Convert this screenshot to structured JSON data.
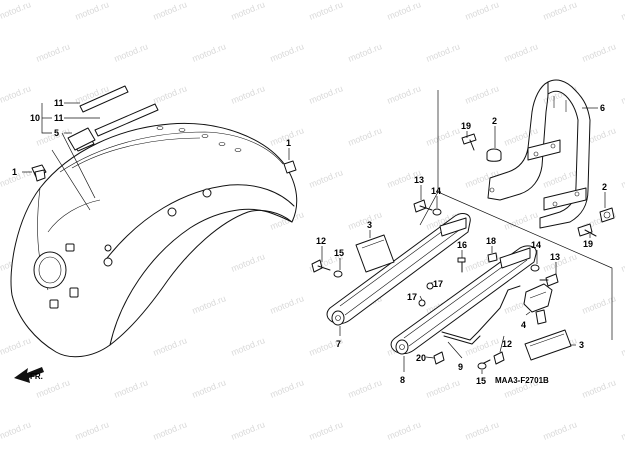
{
  "diagram": {
    "watermark": "motod.ru",
    "direction_label": "FR.",
    "drawing_code": "MAA3-F2701B",
    "callouts": [
      {
        "id": "c-11a",
        "label": "11"
      },
      {
        "id": "c-10",
        "label": "10"
      },
      {
        "id": "c-11b",
        "label": "11"
      },
      {
        "id": "c-5",
        "label": "5"
      },
      {
        "id": "c-1a",
        "label": "1"
      },
      {
        "id": "c-1b",
        "label": "1"
      },
      {
        "id": "c-19a",
        "label": "19"
      },
      {
        "id": "c-2a",
        "label": "2"
      },
      {
        "id": "c-6",
        "label": "6"
      },
      {
        "id": "c-2b",
        "label": "2"
      },
      {
        "id": "c-19b",
        "label": "19"
      },
      {
        "id": "c-13a",
        "label": "13"
      },
      {
        "id": "c-14a",
        "label": "14"
      },
      {
        "id": "c-3a",
        "label": "3"
      },
      {
        "id": "c-12a",
        "label": "12"
      },
      {
        "id": "c-15a",
        "label": "15"
      },
      {
        "id": "c-18",
        "label": "18"
      },
      {
        "id": "c-16",
        "label": "16"
      },
      {
        "id": "c-14b",
        "label": "14"
      },
      {
        "id": "c-13b",
        "label": "13"
      },
      {
        "id": "c-17a",
        "label": "17"
      },
      {
        "id": "c-17b",
        "label": "17"
      },
      {
        "id": "c-4",
        "label": "4"
      },
      {
        "id": "c-7",
        "label": "7"
      },
      {
        "id": "c-12b",
        "label": "12"
      },
      {
        "id": "c-3b",
        "label": "3"
      },
      {
        "id": "c-20",
        "label": "20"
      },
      {
        "id": "c-9",
        "label": "9"
      },
      {
        "id": "c-8",
        "label": "8"
      },
      {
        "id": "c-15b",
        "label": "15"
      }
    ]
  }
}
